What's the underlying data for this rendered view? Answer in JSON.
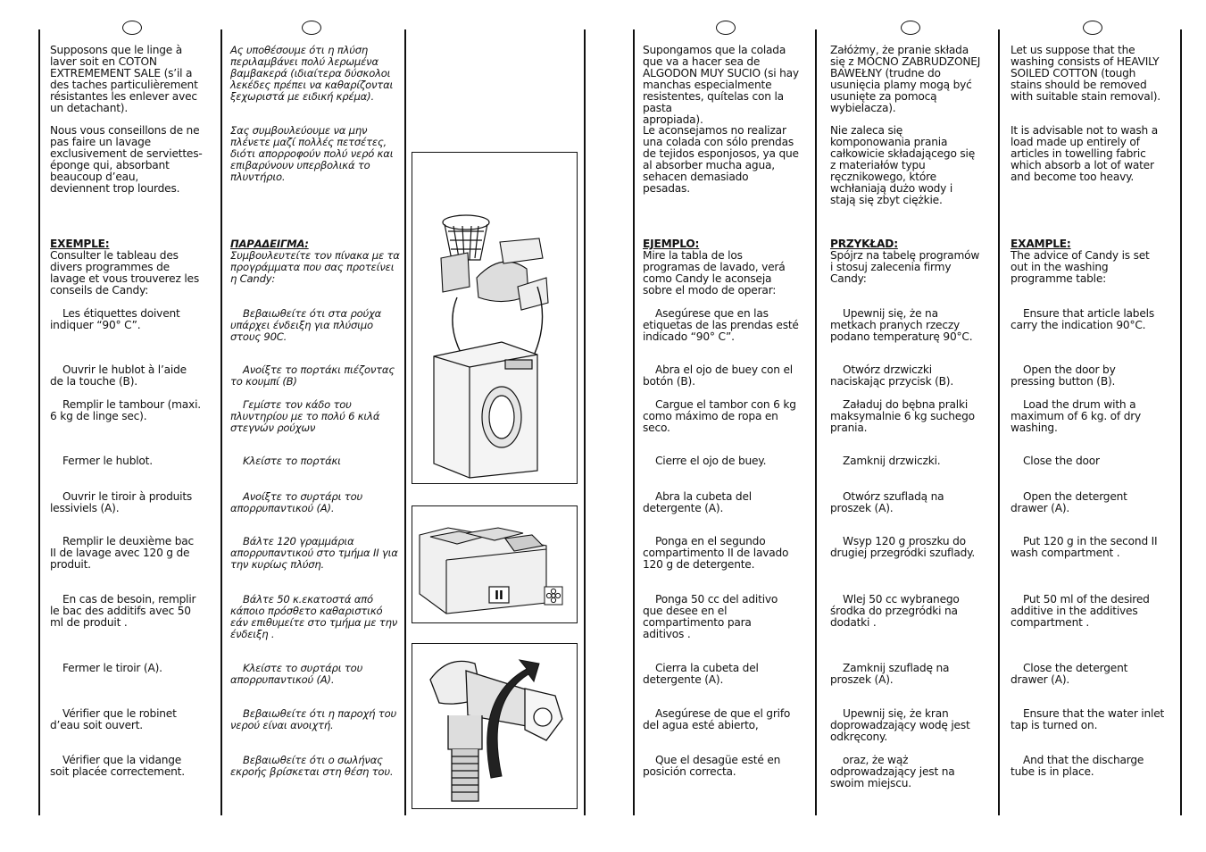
{
  "columns": [
    {
      "id": "fr",
      "intro": "Supposons que le linge à\nlaver soit en COTON\nEXTREMEMENT SALE (s’il a\ndes taches particulièrement\nrésistantes les enlever avec\nun detachant).",
      "advice": "Nous vous conseillons de ne\npas faire un lavage\nexclusivement de serviettes-\néponge qui, absorbant\nbeaucoup d’eau,\ndeviennent trop lourdes.",
      "example_head": "EXEMPLE:",
      "example_text": "Consulter le tableau des\ndivers programmes de\nlavage et vous trouverez les\nconseils de Candy:",
      "steps": [
        "Les étiquettes doivent\nindiquer “90° C”.",
        "Ouvrir le hublot à l’aide\nde la touche (B).",
        "Remplir le tambour (maxi.\n6 kg de linge sec).",
        "Fermer le hublot.",
        "Ouvrir le tiroir à produits\nlessiviels (A).",
        "Remplir le deuxième bac\nII de lavage avec 120 g de\nproduit.",
        "En cas de besoin, remplir\nle bac des additifs avec 50\nml de produit        .",
        "Fermer le tiroir (A).",
        "Vérifier que le robinet\nd’eau soit ouvert.",
        "Vérifier que la vidange\nsoit placée correctement."
      ]
    },
    {
      "id": "gr",
      "intro": "Ας υποθέσουμε ότι η πλύση\nπεριλαμβάνει πολύ λερωμένα\nβαμβακερά (ιδιαίτερα δύσκολοι\nλεκέδες πρέπει να καθαρίζονται\nξεχωριστά με ειδική κρέμα).",
      "advice": "Σας συμβουλεύουμε να μην\nπλένετε μαζί πολλές πετσέτες,\nδιότι απορροφούν πολύ νερό και\nεπιβαρύνουν υπερβολικά το\nπλυντήριο.",
      "example_head": "ΠΑΡΑΔΕΙΓΜΑ:",
      "example_text": "Συμβουλευτείτε τον πίνακα με τα\nπρογράμματα που σας προτείνει\nη Candy:",
      "steps": [
        "Βεβαιωθείτε ότι στα ρούχα\nυπάρχει ένδειξη για πλύσιμο\nστους 90C.",
        "Ανοίξτε το πορτάκι πιέζοντας\nτο κουμπί (B)",
        "Γεμίστε τον κάδο του\nπλυντηρίου με το πολύ 6 κιλά\nστεγνών ρούχων",
        "Κλείστε το πορτάκι",
        "Ανοίξτε το συρτάρι του\nαπορρυπαντικού (A).",
        "Βάλτε 120 γραμμάρια\nαπορρυπαντικού στο τμήμα II για\nτην κυρίως πλύση.",
        "Βάλτε 50 κ.εκατοστά από\nκάποιο πρόσθετο καθαριστικό\nεάν επιθυμείτε στο τμήμα με την\nένδειξη        .",
        "Κλείστε το συρτάρι του\nαπορρυπαντικού (A).",
        "Βεβαιωθείτε ότι η παροχή του\nνερού είναι ανοιχτή.",
        "Βεβαιωθείτε ότι ο σωλήνας\nεκροής βρίσκεται στη θέση του."
      ]
    },
    {
      "id": "es",
      "intro": "Supongamos que la colada\nque va a hacer sea de\nALGODON MUY SUCIO (si hay\nmanchas especialmente\nresistentes, quítelas con la pasta\napropiada).",
      "advice": "Le aconsejamos no realizar\nuna colada con sólo prendas\nde tejidos esponjosos, ya que\nal absorber mucha agua,\nsehacen demasiado\npesadas.",
      "example_head": "EJEMPLO:",
      "example_text": "Mire la tabla de los\nprogramas de lavado, verá\ncomo Candy le aconseja\nsobre el modo de operar:",
      "steps": [
        "Asegúrese que en las\netiquetas de las prendas esté\nindicado “90° C”.",
        "Abra el ojo de buey con el\nbotón (B).",
        "Cargue el tambor con 6 kg\ncomo máximo de ropa en\nseco.",
        "Cierre el ojo de buey.",
        "Abra la cubeta del\ndetergente (A).",
        "Ponga en el segundo\ncompartimento II de lavado\n120 g de detergente.",
        "Ponga 50 cc del aditivo\nque desee en el\ncompartimento para\naditivos        .",
        "Cierra la cubeta del\ndetergente (A).",
        "Asegúrese de que el grifo\ndel agua esté abierto,",
        "Que el desagüe esté en\nposición correcta."
      ]
    },
    {
      "id": "pl",
      "intro": "Załóżmy, że pranie składa\nsię z MOCNO ZABRUDZONEJ\nBAWEŁNY (trudne do\nusunięcia plamy mogą być\nusunięte za pomocą\nwybielacza).",
      "advice": "Nie zaleca się\nkomponowania prania\ncałkowicie składającego się\nz materiałów typu\nręcznikowego, które\nwchłaniają dużo wody i\nstają się zbyt ciężkie.",
      "example_head": "PRZYKŁAD:",
      "example_text": "Spójrz na tabelę programów\ni stosuj zalecenia firmy\nCandy:",
      "steps": [
        "Upewnij się, że na\nmetkach pranych rzeczy\npodano temperaturę 90°C.",
        "Otwórz drzwiczki\nnaciskając przycisk (B).",
        "Załaduj do bębna pralki\nmaksymalnie 6 kg suchego\nprania.",
        "Zamknij drzwiczki.",
        "Otwórz szufladą na\nproszek (A).",
        "Wsyp 120 g proszku do\ndrugiej przegródki szuflady.",
        "Wlej 50 cc wybranego\nśrodka do przegródki na\ndodatki        .",
        "Zamknij szufladę na\nproszek (A).",
        "Upewnij się, że kran\ndoprowadzający wodę jest\nodkręcony.",
        "oraz, że wąż\nodprowadzający jest na\nswoim miejscu."
      ]
    },
    {
      "id": "en",
      "intro": "Let us suppose that the\nwashing consists of HEAVILY\nSOILED COTTON (tough\nstains should be removed\nwith suitable stain removal).",
      "advice": "It is advisable not to wash a\nload made up entirely of\narticles in towelling fabric\nwhich absorb a lot of water\nand become too heavy.",
      "example_head": "EXAMPLE:",
      "example_text": "The advice of Candy is set\nout in the washing\nprogramme table:",
      "steps": [
        "Ensure that article labels\ncarry the indication 90°C.",
        "Open the door by\npressing button (B).",
        "Load the drum with a\nmaximum of 6 kg. of dry\nwashing.",
        "Close the door",
        "Open the detergent\ndrawer (A).",
        "Put 120 g  in the second II\nwash compartment .",
        "Put 50 ml of the desired\nadditive in the additives\ncompartment        .",
        "Close the detergent\ndrawer (A).",
        "Ensure that the water inlet\ntap is turned on.",
        "And that the discharge\ntube is in place."
      ]
    }
  ],
  "illustrations": {
    "drawer_compartment_label": "II",
    "icons": [
      "laundry-basket-icon",
      "washing-machine-icon",
      "detergent-drawer-icon",
      "flower-additive-icon",
      "water-tap-icon"
    ]
  }
}
